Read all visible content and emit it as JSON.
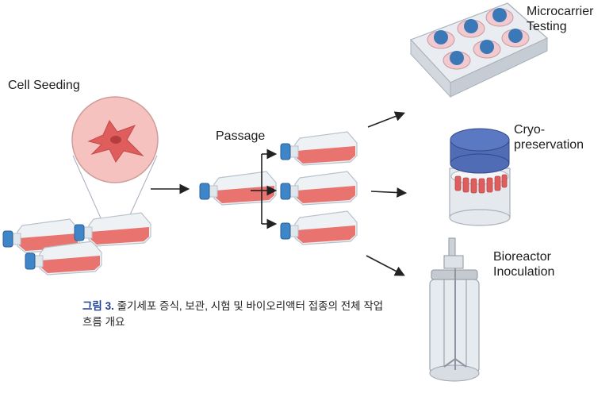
{
  "labels": {
    "cell_seeding": "Cell Seeding",
    "passage": "Passage",
    "microcarrier": "Microcarrier\nTesting",
    "cryo": "Cryo-\npreservation",
    "bioreactor": "Bioreactor\nInoculation"
  },
  "caption": {
    "figure_label": "그림 3.",
    "text": " 줄기세포 증식, 보관, 시험 및 바이오리액터 접종의 전체 작업 흐름 개요"
  },
  "colors": {
    "flask_body": "#eef2f5",
    "flask_media": "#e8736f",
    "cap_blue": "#3f86c9",
    "cell_pink": "#f6c2c0",
    "cell_red": "#df5d5c",
    "microcarrier_blue": "#3b78b8",
    "tray_pink": "#f2c9cf",
    "cryo_lid": "#5b79c2",
    "caption_blue": "#1f3f8f"
  }
}
